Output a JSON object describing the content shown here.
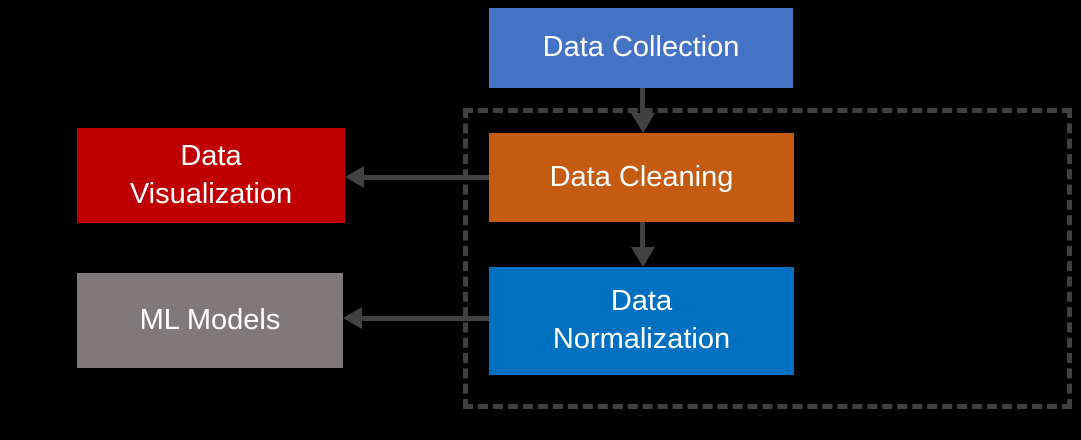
{
  "diagram": {
    "background": "#000000",
    "text_color": "#FFFFFF",
    "connector_color": "#424242",
    "group_border_color": "#404040",
    "nodes": [
      {
        "id": "data-collection",
        "label": "Data Collection",
        "lines": [
          "Data Collection"
        ],
        "color": "#4472C4"
      },
      {
        "id": "data-cleaning",
        "label": "Data Cleaning",
        "lines": [
          "Data Cleaning"
        ],
        "color": "#C55A11"
      },
      {
        "id": "data-normalization",
        "label": "Data Normalization",
        "lines": [
          "Data",
          "Normalization"
        ],
        "color": "#0070C0"
      },
      {
        "id": "data-visualization",
        "label": "Data Visualization",
        "lines": [
          "Data",
          "Visualization"
        ],
        "color": "#C00000"
      },
      {
        "id": "ml-models",
        "label": "ML Models",
        "lines": [
          "ML Models"
        ],
        "color": "#7F7979"
      }
    ],
    "edges": [
      {
        "from": "data-collection",
        "to": "data-cleaning",
        "direction": "down"
      },
      {
        "from": "data-cleaning",
        "to": "data-normalization",
        "direction": "down"
      },
      {
        "from": "data-cleaning",
        "to": "data-visualization",
        "direction": "left"
      },
      {
        "from": "data-normalization",
        "to": "ml-models",
        "direction": "left"
      }
    ],
    "group": {
      "members": [
        "data-cleaning",
        "data-normalization"
      ],
      "border_style": "dashed"
    }
  }
}
